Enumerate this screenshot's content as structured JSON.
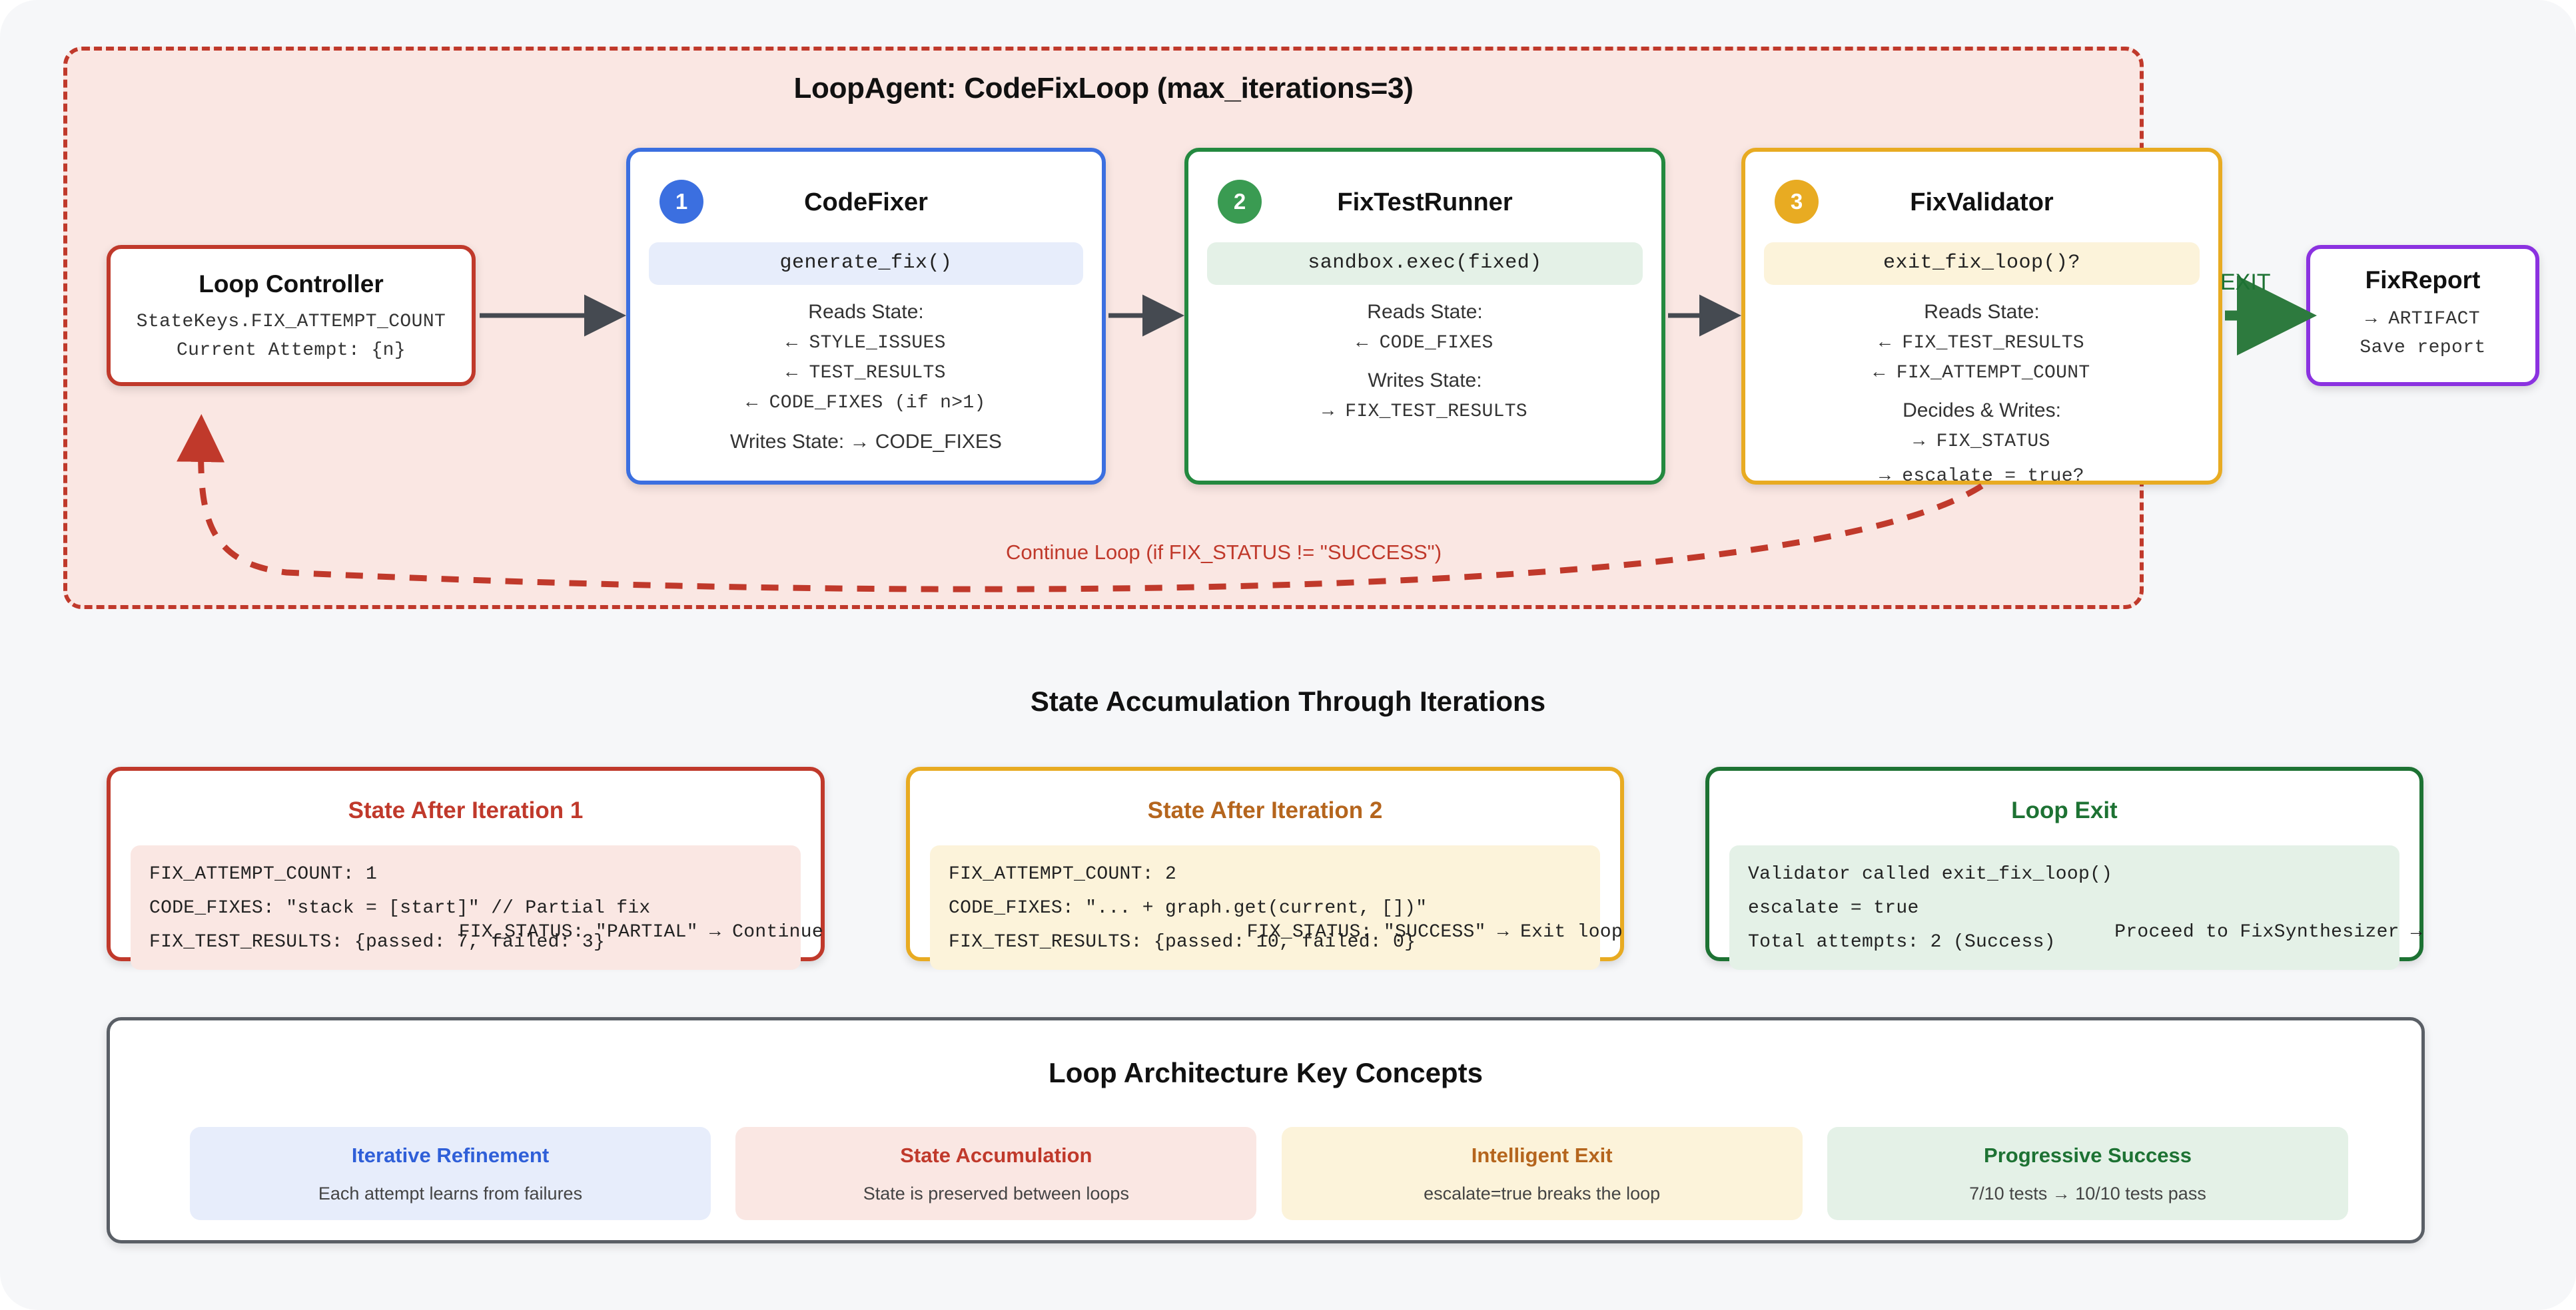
{
  "loop": {
    "title": "LoopAgent: CodeFixLoop (max_iterations=3)",
    "continue_label": "Continue Loop (if FIX_STATUS != \"SUCCESS\")",
    "exit_label": "EXIT"
  },
  "controller": {
    "title": "Loop Controller",
    "line1": "StateKeys.FIX_ATTEMPT_COUNT",
    "line2": "Current Attempt: {n}"
  },
  "agents": [
    {
      "number": "1",
      "title": "CodeFixer",
      "code": "generate_fix()",
      "reads_head": "Reads State:",
      "reads": [
        "← STYLE_ISSUES",
        "← TEST_RESULTS",
        "← CODE_FIXES (if n>1)"
      ],
      "writes_head": "Writes State: → CODE_FIXES",
      "writes": [],
      "accent": "#3b6fe0"
    },
    {
      "number": "2",
      "title": "FixTestRunner",
      "code": "sandbox.exec(fixed)",
      "reads_head": "Reads State:",
      "reads": [
        "← CODE_FIXES"
      ],
      "writes_head": "Writes State:",
      "writes": [
        "→ FIX_TEST_RESULTS"
      ],
      "accent": "#23893f"
    },
    {
      "number": "3",
      "title": "FixValidator",
      "code": "exit_fix_loop()?",
      "reads_head": "Reads State:",
      "reads": [
        "← FIX_TEST_RESULTS",
        "← FIX_ATTEMPT_COUNT"
      ],
      "writes_head": "Decides & Writes:",
      "writes": [
        "→ FIX_STATUS"
      ],
      "overflow": "→ escalate = true?",
      "accent": "#e8ab22"
    }
  ],
  "report": {
    "title": "FixReport",
    "line1": "→ ARTIFACT",
    "line2": "Save report"
  },
  "state_section": {
    "heading": "State Accumulation Through Iterations",
    "cards": [
      {
        "title": "State After Iteration 1",
        "lines": [
          "FIX_ATTEMPT_COUNT: 1",
          "CODE_FIXES: \"stack = [start]\" // Partial fix",
          "FIX_TEST_RESULTS: {passed: 7, failed: 3}"
        ],
        "footer": "FIX_STATUS: \"PARTIAL\" → Continue"
      },
      {
        "title": "State After Iteration 2",
        "lines": [
          "FIX_ATTEMPT_COUNT: 2",
          "CODE_FIXES: \"... + graph.get(current, [])\"",
          "FIX_TEST_RESULTS: {passed: 10, failed: 0}"
        ],
        "footer": "FIX_STATUS: \"SUCCESS\" → Exit loop"
      },
      {
        "title": "Loop Exit",
        "lines": [
          "Validator called exit_fix_loop()",
          "escalate = true",
          "Total attempts: 2 (Success)"
        ],
        "footer": "Proceed to FixSynthesizer →"
      }
    ]
  },
  "concepts_section": {
    "heading": "Loop Architecture Key Concepts",
    "items": [
      {
        "title": "Iterative Refinement",
        "sub": "Each attempt learns from failures"
      },
      {
        "title": "State Accumulation",
        "sub": "State is preserved between loops"
      },
      {
        "title": "Intelligent Exit",
        "sub": "escalate=true breaks the loop"
      },
      {
        "title": "Progressive Success",
        "sub": "7/10 tests → 10/10 tests pass"
      }
    ]
  }
}
